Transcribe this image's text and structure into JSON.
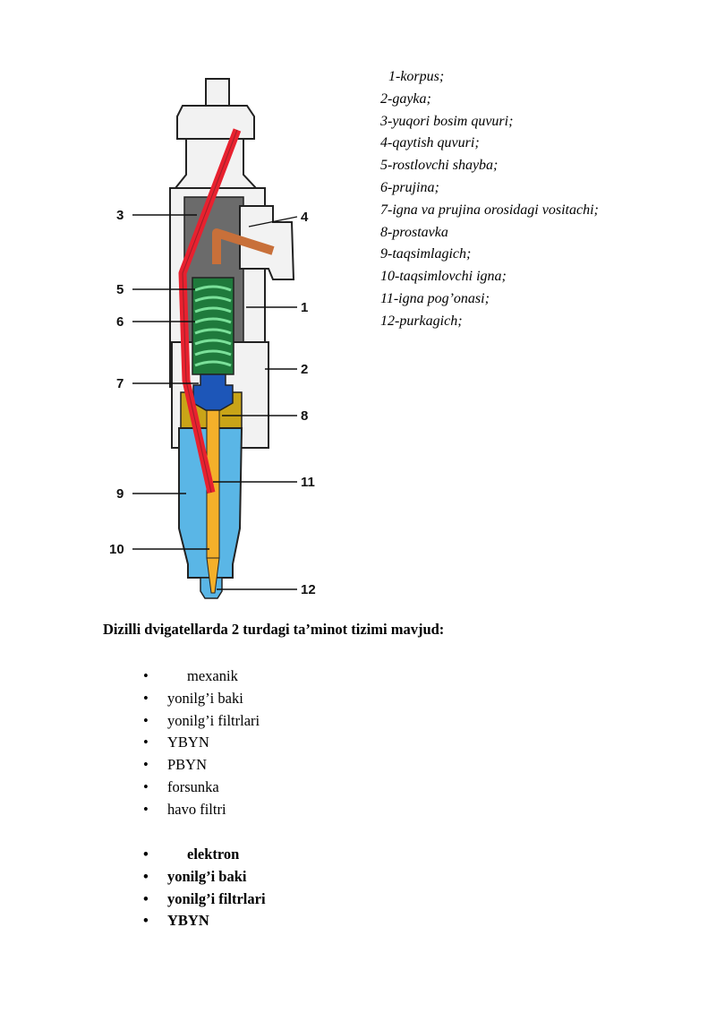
{
  "diagram": {
    "callouts": [
      "1",
      "2",
      "3",
      "4",
      "5",
      "6",
      "7",
      "8",
      "9",
      "10",
      "11",
      "12"
    ]
  },
  "legend": [
    "1-korpus;",
    "2-gayka;",
    "3-yuqori bosim quvuri;",
    "4-qaytish quvuri;",
    "5-rostlovchi shayba;",
    "6-prujina;",
    "7-igna va prujina orosidagi vositachi;",
    "8-prostavka",
    "9-taqsimlagich;",
    "10-taqsimlovchi igna;",
    "11-igna pog’onasi;",
    "12-purkagich;"
  ],
  "heading": "Dizilli dvigatellarda 2 turdagi ta’minot tizimi mavjud:",
  "bullet": "•",
  "mechanical": {
    "title": "mexanik",
    "items": [
      "yonilg’i baki",
      "yonilg’i filtrlari",
      "YBYN",
      "PBYN",
      "forsunka",
      "havo filtri"
    ]
  },
  "electronic": {
    "title": "elektron",
    "items": [
      "yonilg’i baki",
      "yonilg’i filtrlari",
      "YBYN"
    ]
  },
  "colors": {
    "high_pressure_line": "#e8212f",
    "return_line": "#c8703a",
    "spring": "#2f9e4f",
    "pusher": "#1d56b8",
    "spacer": "#c9a418",
    "distributor": "#5ab6e6",
    "needle": "#f4b02a",
    "body": "#f2f2f2",
    "outline": "#222222"
  }
}
